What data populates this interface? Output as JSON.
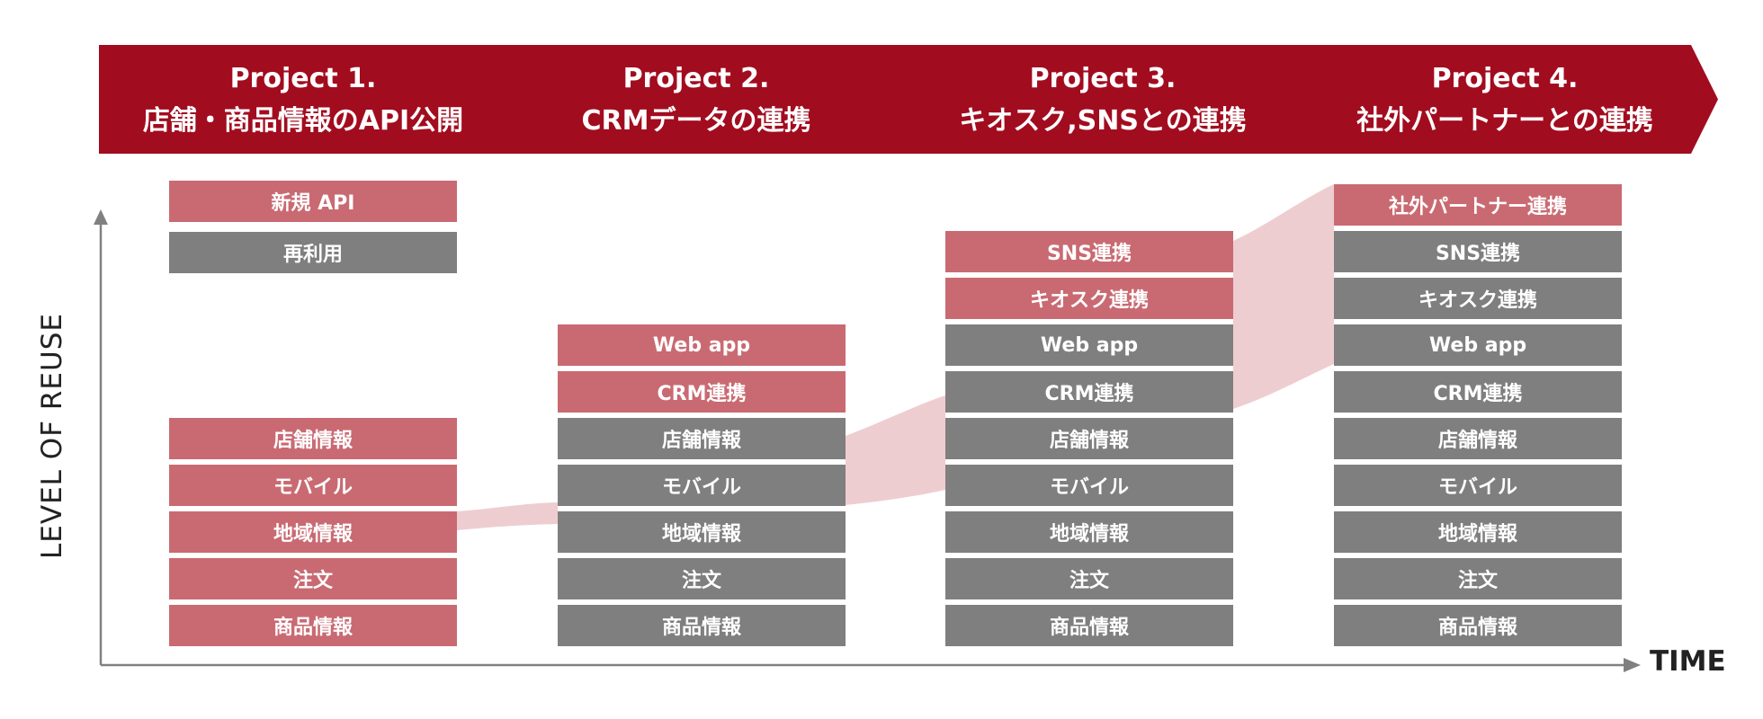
{
  "colors": {
    "header": "#a20c1f",
    "new_block": "#c96a72",
    "reused_block": "#7f7f7f",
    "reuse_band": "#eecdd1",
    "axis": "#808080"
  },
  "axes": {
    "y_label": "LEVEL OF REUSE",
    "x_label": "TIME"
  },
  "projects": [
    {
      "line1": "Project 1.",
      "line2": "店舗・商品情報のAPI公開",
      "top_blocks": [
        {
          "label": "新規 API",
          "kind": "new"
        },
        {
          "label": "再利用",
          "kind": "reuse"
        }
      ],
      "blocks": [
        {
          "label": "店舗情報",
          "kind": "new"
        },
        {
          "label": "モバイル",
          "kind": "new"
        },
        {
          "label": "地域情報",
          "kind": "new"
        },
        {
          "label": "注文",
          "kind": "new"
        },
        {
          "label": "商品情報",
          "kind": "new"
        }
      ]
    },
    {
      "line1": "Project 2.",
      "line2": "CRMデータの連携",
      "top_blocks": [],
      "blocks": [
        {
          "label": "Web app",
          "kind": "new"
        },
        {
          "label": "CRM連携",
          "kind": "new"
        },
        {
          "label": "店舗情報",
          "kind": "reuse"
        },
        {
          "label": "モバイル",
          "kind": "reuse"
        },
        {
          "label": "地域情報",
          "kind": "reuse"
        },
        {
          "label": "注文",
          "kind": "reuse"
        },
        {
          "label": "商品情報",
          "kind": "reuse"
        }
      ]
    },
    {
      "line1": "Project 3.",
      "line2": "キオスク,SNSとの連携",
      "top_blocks": [],
      "blocks": [
        {
          "label": "SNS連携",
          "kind": "new"
        },
        {
          "label": "キオスク連携",
          "kind": "new"
        },
        {
          "label": "Web app",
          "kind": "reuse"
        },
        {
          "label": "CRM連携",
          "kind": "reuse"
        },
        {
          "label": "店舗情報",
          "kind": "reuse"
        },
        {
          "label": "モバイル",
          "kind": "reuse"
        },
        {
          "label": "地域情報",
          "kind": "reuse"
        },
        {
          "label": "注文",
          "kind": "reuse"
        },
        {
          "label": "商品情報",
          "kind": "reuse"
        }
      ]
    },
    {
      "line1": "Project 4.",
      "line2": "社外パートナーとの連携",
      "top_blocks": [],
      "blocks": [
        {
          "label": "社外パートナー連携",
          "kind": "new"
        },
        {
          "label": "SNS連携",
          "kind": "reuse"
        },
        {
          "label": "キオスク連携",
          "kind": "reuse"
        },
        {
          "label": "Web app",
          "kind": "reuse"
        },
        {
          "label": "CRM連携",
          "kind": "reuse"
        },
        {
          "label": "店舗情報",
          "kind": "reuse"
        },
        {
          "label": "モバイル",
          "kind": "reuse"
        },
        {
          "label": "地域情報",
          "kind": "reuse"
        },
        {
          "label": "注文",
          "kind": "reuse"
        },
        {
          "label": "商品情報",
          "kind": "reuse"
        }
      ]
    }
  ]
}
